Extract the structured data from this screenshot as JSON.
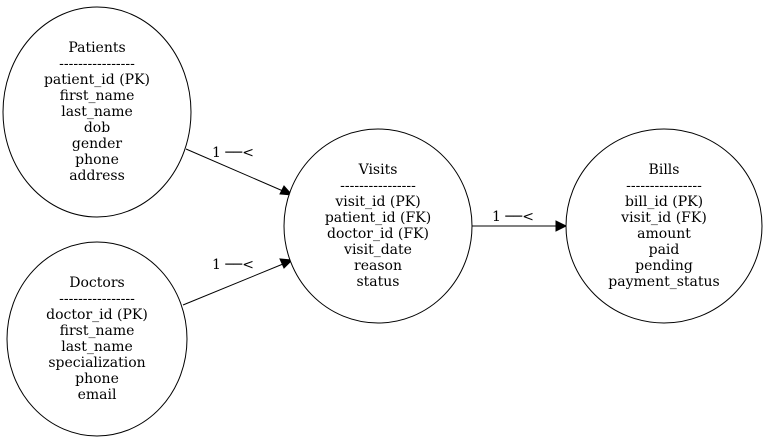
{
  "diagram": {
    "nodes": [
      {
        "id": "patients",
        "title": "Patients",
        "separator": "----------------",
        "fields": [
          "patient_id (PK)",
          "first_name",
          "last_name",
          "dob",
          "gender",
          "phone",
          "address"
        ]
      },
      {
        "id": "doctors",
        "title": "Doctors",
        "separator": "----------------",
        "fields": [
          "doctor_id (PK)",
          "first_name",
          "last_name",
          "specialization",
          "phone",
          "email"
        ]
      },
      {
        "id": "visits",
        "title": "Visits",
        "separator": "----------------",
        "fields": [
          "visit_id (PK)",
          "patient_id (FK)",
          "doctor_id (FK)",
          "visit_date",
          "reason",
          "status"
        ]
      },
      {
        "id": "bills",
        "title": "Bills",
        "separator": "----------------",
        "fields": [
          "bill_id (PK)",
          "visit_id (FK)",
          "amount",
          "paid",
          "pending",
          "payment_status"
        ]
      }
    ],
    "edges": [
      {
        "from": "patients",
        "to": "visits",
        "label": "1 ──< "
      },
      {
        "from": "doctors",
        "to": "visits",
        "label": "1 ──< "
      },
      {
        "from": "visits",
        "to": "bills",
        "label": "1 ──< "
      }
    ]
  }
}
